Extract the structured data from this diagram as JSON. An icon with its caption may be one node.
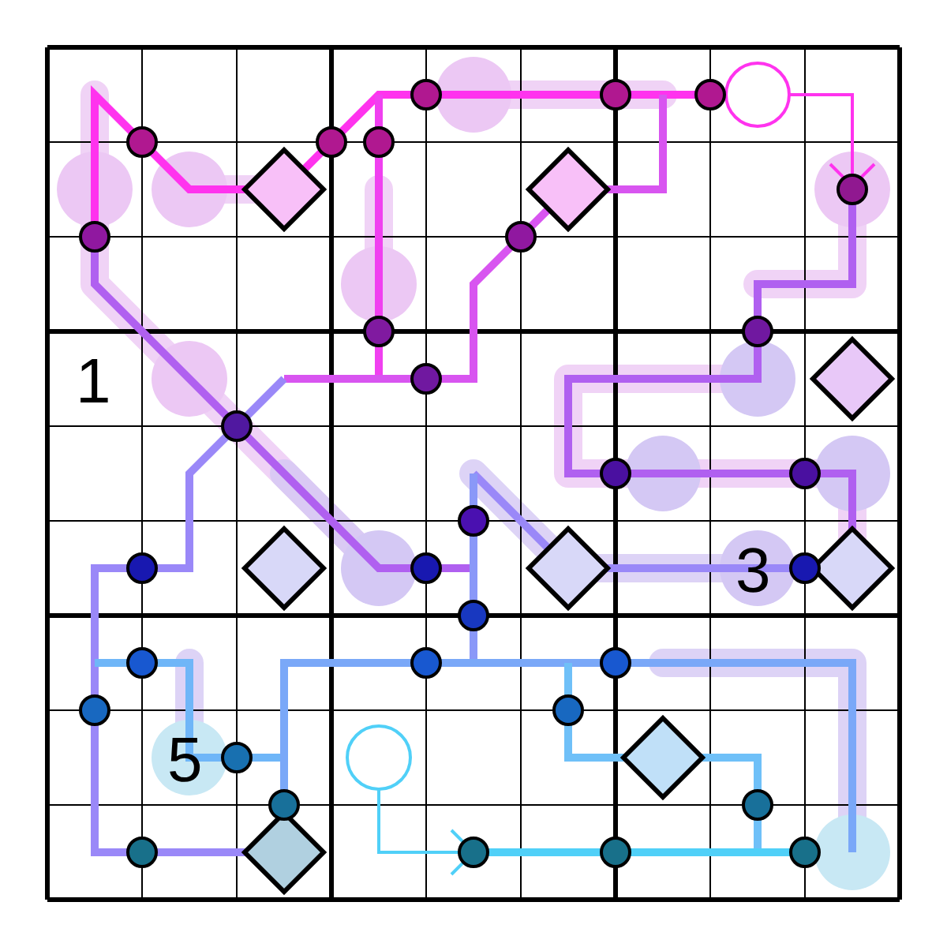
{
  "diagram": {
    "labels": [
      "1",
      "3",
      "5"
    ]
  }
}
